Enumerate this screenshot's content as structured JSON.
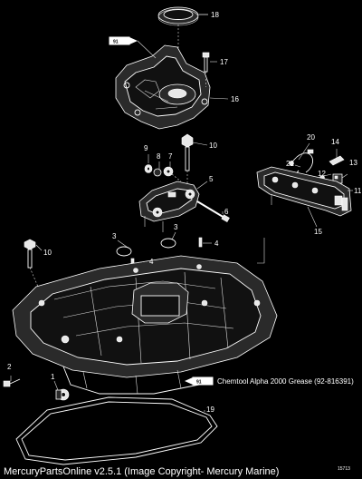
{
  "callouts": [
    {
      "id": "c1",
      "label": "1"
    },
    {
      "id": "c2",
      "label": "2"
    },
    {
      "id": "c3a",
      "label": "3"
    },
    {
      "id": "c3b",
      "label": "3"
    },
    {
      "id": "c4a",
      "label": "4"
    },
    {
      "id": "c4b",
      "label": "4"
    },
    {
      "id": "c5",
      "label": "5"
    },
    {
      "id": "c6",
      "label": "6"
    },
    {
      "id": "c7",
      "label": "7"
    },
    {
      "id": "c8",
      "label": "8"
    },
    {
      "id": "c9",
      "label": "9"
    },
    {
      "id": "c10a",
      "label": "10"
    },
    {
      "id": "c10b",
      "label": "10"
    },
    {
      "id": "c11",
      "label": "11"
    },
    {
      "id": "c12",
      "label": "12"
    },
    {
      "id": "c13",
      "label": "13"
    },
    {
      "id": "c14",
      "label": "14"
    },
    {
      "id": "c15",
      "label": "15"
    },
    {
      "id": "c16",
      "label": "16"
    },
    {
      "id": "c17",
      "label": "17"
    },
    {
      "id": "c18",
      "label": "18"
    },
    {
      "id": "c19",
      "label": "19"
    },
    {
      "id": "c20",
      "label": "20"
    },
    {
      "id": "c21",
      "label": "21"
    }
  ],
  "badges": {
    "top": "91",
    "bottom": "91"
  },
  "grease_note": "Chemtool Alpha 2000 Grease (92-816391)",
  "footer": "MercuryPartsOnline v2.5.1 (Image Copyright- Mercury Marine)",
  "corner_code": "15713"
}
